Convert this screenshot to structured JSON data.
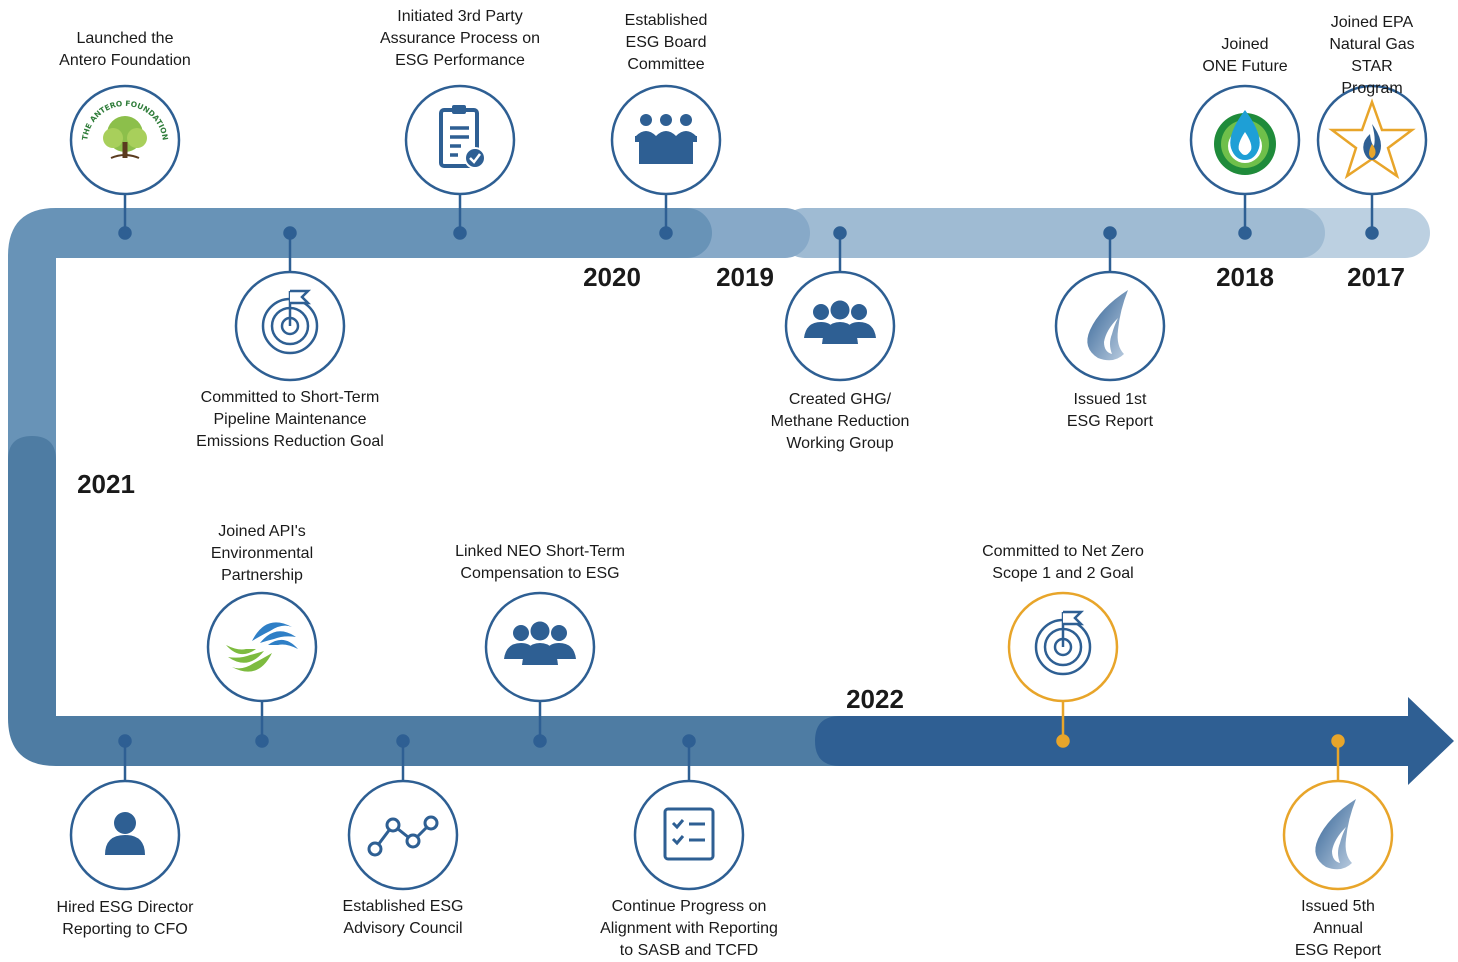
{
  "colors": {
    "band_dark": "#4e7ca3",
    "band_mid": "#6f98ba",
    "band_light": "#9fbbd3",
    "band_lightest": "#bcd0e1",
    "band_2022": "#2f5f93",
    "node_blue": "#2e5f93",
    "node_orange": "#e8a52a"
  },
  "years": {
    "y2017": "2017",
    "y2018": "2018",
    "y2019": "2019",
    "y2020": "2020",
    "y2021": "2021",
    "y2022": "2022"
  },
  "milestones": {
    "antero_foundation": {
      "label": "Launched the\nAntero Foundation",
      "icon": "antero-foundation-logo",
      "logo_text": "THE ANTERO FOUNDATION"
    },
    "pipeline_goal": {
      "label": "Committed to Short-Term\nPipeline Maintenance\nEmissions Reduction Goal",
      "icon": "target-flag-icon"
    },
    "assurance": {
      "label": "Initiated 3rd Party\nAssurance Process on\nESG Performance",
      "icon": "clipboard-check-icon"
    },
    "board_committee": {
      "label": "Established\nESG Board\nCommittee",
      "icon": "board-meeting-icon"
    },
    "ghg_group": {
      "label": "Created GHG/\nMethane Reduction\nWorking Group",
      "icon": "group-people-icon"
    },
    "first_report": {
      "label": "Issued 1st\nESG Report",
      "icon": "gas-flame-icon"
    },
    "one_future": {
      "label": "Joined\nONE Future",
      "icon": "one-future-logo"
    },
    "epa_star": {
      "label": "Joined EPA\nNatural Gas\nSTAR Program",
      "icon": "natural-gas-star-logo"
    },
    "api_partnership": {
      "label": "Joined API's\nEnvironmental\nPartnership",
      "icon": "environmental-partnership-logo"
    },
    "neo_comp": {
      "label": "Linked NEO Short-Term\nCompensation to ESG",
      "icon": "group-people-icon"
    },
    "net_zero": {
      "label": "Committed to Net Zero\nScope 1 and 2 Goal",
      "icon": "target-flag-icon"
    },
    "esg_director": {
      "label": "Hired ESG Director\nReporting to CFO",
      "icon": "person-icon"
    },
    "advisory_council": {
      "label": "Established ESG\nAdvisory Council",
      "icon": "line-graph-icon"
    },
    "sasb_tcfd": {
      "label": "Continue Progress on\nAlignment with Reporting\nto SASB and TCFD",
      "icon": "checklist-icon"
    },
    "fifth_report": {
      "label": "Issued 5th Annual\nESG Report",
      "icon": "gas-flame-icon"
    }
  }
}
